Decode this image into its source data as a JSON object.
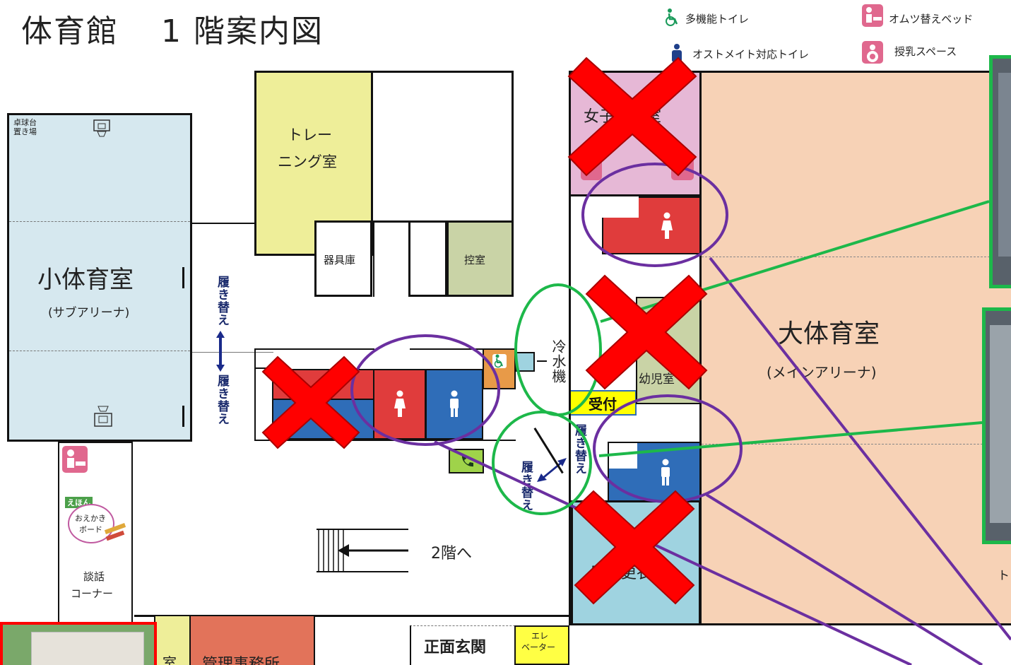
{
  "header": {
    "title": "体育館",
    "floor": "1 階案内図"
  },
  "legend": [
    {
      "label": "多機能トイレ",
      "icon": "wheelchair-icon"
    },
    {
      "label": "オムツ替えベッド",
      "icon": "diaper-bed-icon"
    },
    {
      "label": "オストメイト対応トイレ",
      "icon": "ostomate-icon"
    },
    {
      "label": "授乳スペース",
      "icon": "nursing-icon"
    }
  ],
  "rooms": {
    "small_gym": {
      "name": "小体育室",
      "sub": "(サブアリーナ)",
      "note1": "卓球台",
      "note2": "置き場"
    },
    "training": {
      "name1": "トレー",
      "name2": "ニング室"
    },
    "storage": {
      "name": "器具庫"
    },
    "waiting": {
      "name": "控室"
    },
    "main_gym": {
      "name": "大体育室",
      "sub": "(メインアリーナ)"
    },
    "women_locker": {
      "name": "女子更衣室"
    },
    "kids": {
      "name": "幼児室"
    },
    "men_locker": {
      "name": "男子更衣室"
    },
    "water_cooler": {
      "name": "冷水機"
    },
    "reception": {
      "name": "受付"
    },
    "picture_book": {
      "tag": "えほん",
      "name1": "おえかき",
      "name2": "ボード"
    },
    "talk_corner": {
      "name1": "談話",
      "name2": "コーナー"
    },
    "office": {
      "name": "管理事務所"
    },
    "office_left": {
      "name": "室"
    },
    "entrance": {
      "name": "正面玄関"
    },
    "elevator": {
      "name1": "エレ",
      "name2": "ベーター"
    }
  },
  "labels": {
    "shoe_change_1": "履き替え",
    "shoe_change_2": "履き替え",
    "shoe_change_3": "履き替え",
    "shoe_change_4": "履き替え",
    "stairs": "2階へ",
    "photo_caption": "ト"
  },
  "colors": {
    "small_gym": "#d6e8ef",
    "training": "#eeee99",
    "waiting": "#c9d3a6",
    "main_gym": "#f7d2b6",
    "women_locker": "#e6b8d6",
    "mens_locker": "#9fd3e0",
    "office": "#e2735a",
    "toilet_red": "#e03c3c",
    "toilet_blue": "#2f6db8",
    "x_mark": "#ff0000",
    "circle_purple": "#6b2fa0",
    "line_green": "#1db84a",
    "reception_bg": "#ffff00"
  }
}
